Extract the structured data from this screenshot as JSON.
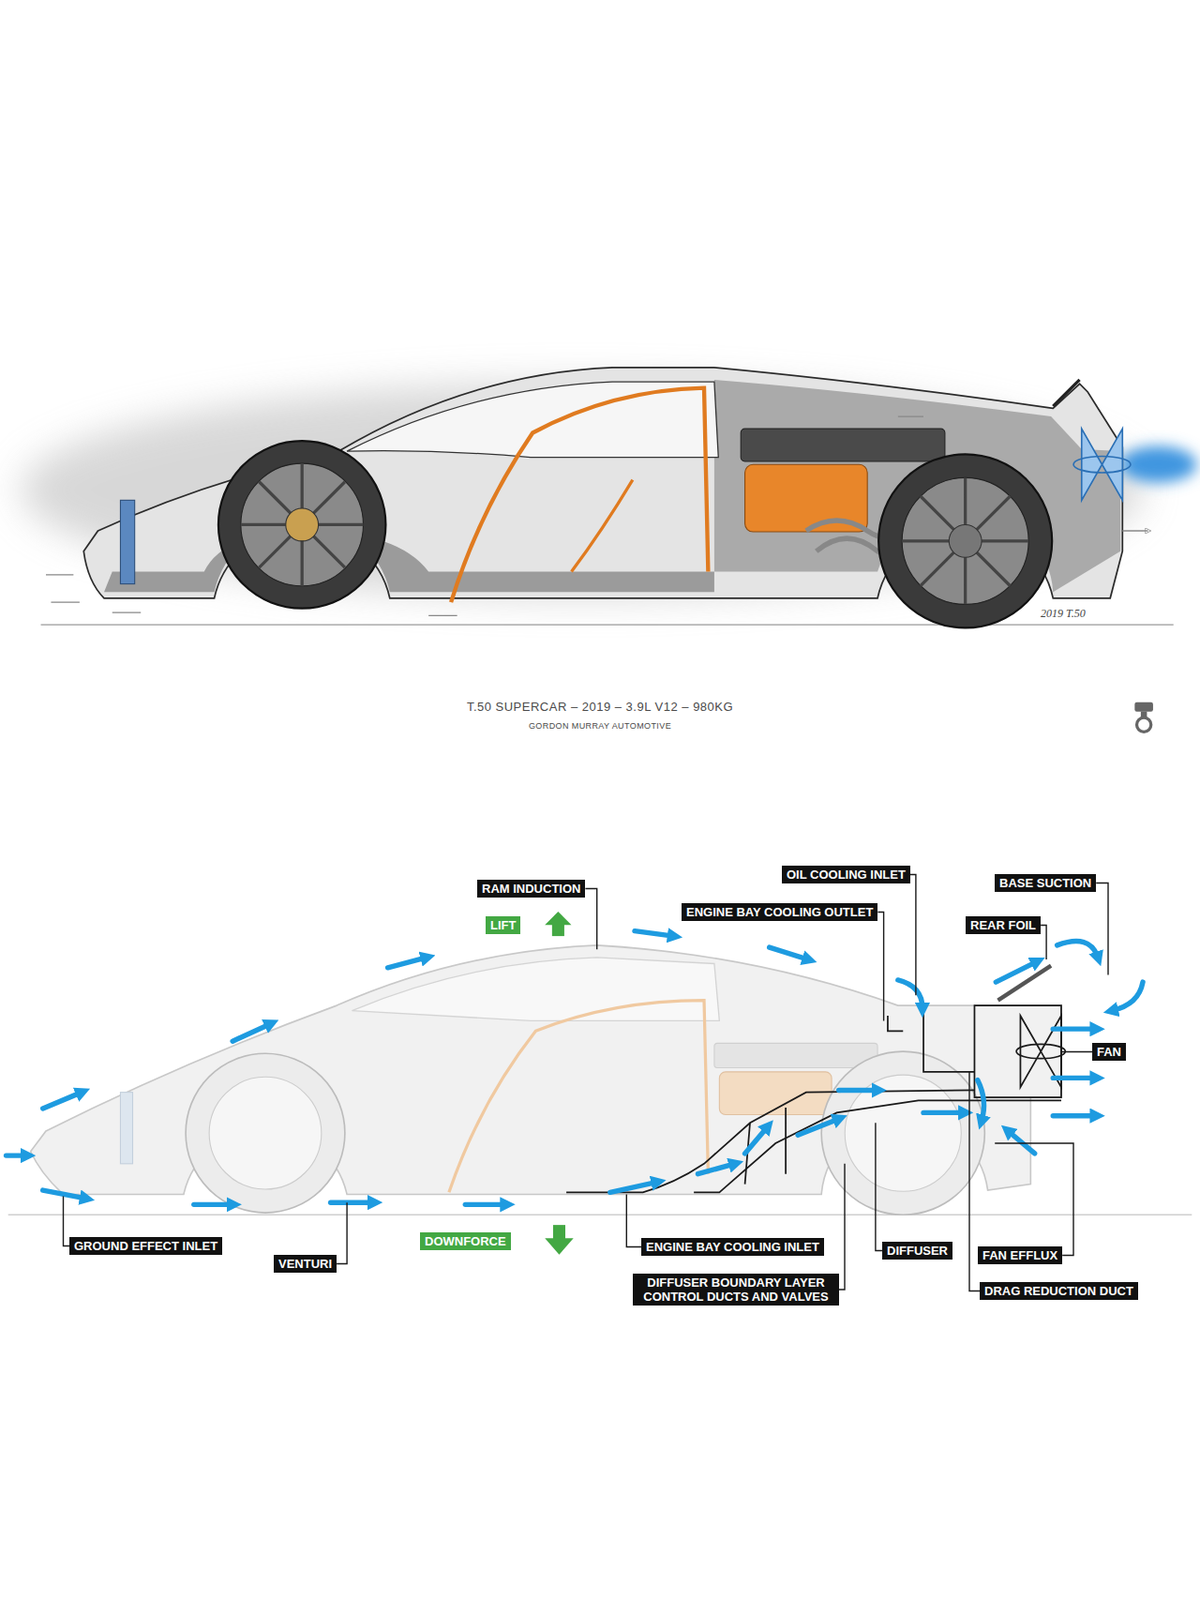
{
  "diagram": {
    "title": "T.50 SUPERCAR – 2019 – 3.9L V12 – 980KG",
    "caption": "GORDON MURRAY AUTOMOTIVE",
    "nodes": [
      {
        "text": [
          "OIL COOLING INLET"
        ]
      },
      {
        "text": [
          "BASE SUCTION"
        ]
      },
      {
        "text": [
          "RAM INDUCTION"
        ]
      },
      {
        "text": [
          "ENGINE BAY COOLING OUTLET"
        ]
      },
      {
        "text": [
          "LIFT"
        ]
      },
      {
        "text": [
          "REAR FOIL"
        ]
      },
      {
        "text": [
          "FAN"
        ]
      },
      {
        "text": [
          "DOWNFORCE"
        ]
      },
      {
        "text": [
          "GROUND EFFECT INLET"
        ]
      },
      {
        "text": [
          "ENGINE BAY COOLING INLET"
        ]
      },
      {
        "text": [
          "DIFFUSER"
        ]
      },
      {
        "text": [
          "FAN EFFLUX"
        ]
      },
      {
        "text": [
          "VENTURI"
        ]
      },
      {
        "text": [
          "DIFFUSER BOUNDARY LAYER CONTROL DUCTS AND VALVES"
        ]
      },
      {
        "text": [
          "DRAG REDUCTION DUCT"
        ]
      }
    ],
    "labels": [
      "2019 T.50"
    ]
  }
}
